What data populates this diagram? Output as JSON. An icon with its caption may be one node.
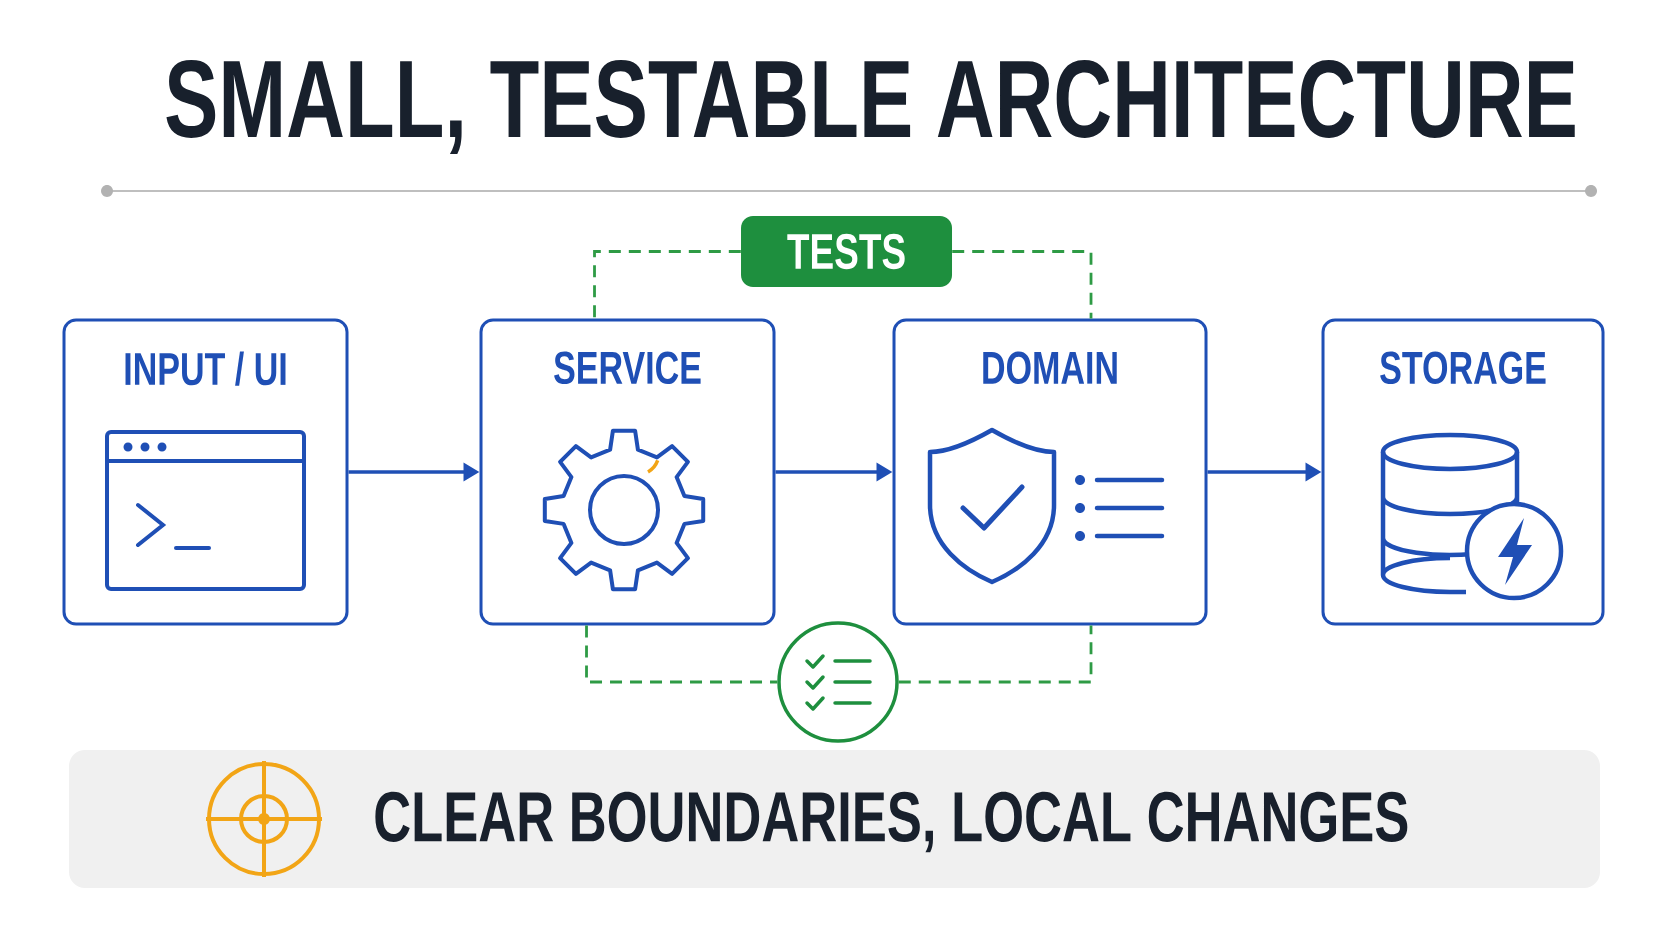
{
  "diagram": {
    "title": "SMALL, TESTABLE ARCHITECTURE",
    "nodes": [
      {
        "text": [
          "INPUT / UI"
        ]
      },
      {
        "text": [
          "SERVICE"
        ]
      },
      {
        "text": [
          "DOMAIN"
        ]
      },
      {
        "text": [
          "STORAGE"
        ]
      },
      {
        "text": [
          "TESTS"
        ]
      },
      {
        "text": [],
        "shape": "circle"
      },
      {
        "text": [
          "CLEAR BOUNDARIES, LOCAL CHANGES"
        ]
      }
    ],
    "edges": [
      {
        "from": 0,
        "to": 1,
        "arrow": "to",
        "color": "#1f4fb5"
      },
      {
        "from": 1,
        "to": 2,
        "arrow": "to",
        "color": "#1f4fb5"
      },
      {
        "from": 2,
        "to": 3,
        "arrow": "to",
        "color": "#1f4fb5"
      },
      {
        "from": 4,
        "to": 1,
        "arrow": "none",
        "style": "dashed",
        "color": "#2e9b45"
      },
      {
        "from": 4,
        "to": 2,
        "arrow": "none",
        "style": "dashed",
        "color": "#2e9b45"
      },
      {
        "from": 1,
        "to": 5,
        "arrow": "none",
        "style": "dashed",
        "color": "#2e9b45"
      },
      {
        "from": 5,
        "to": 2,
        "arrow": "none",
        "style": "dashed",
        "color": "#2e9b45"
      }
    ]
  }
}
